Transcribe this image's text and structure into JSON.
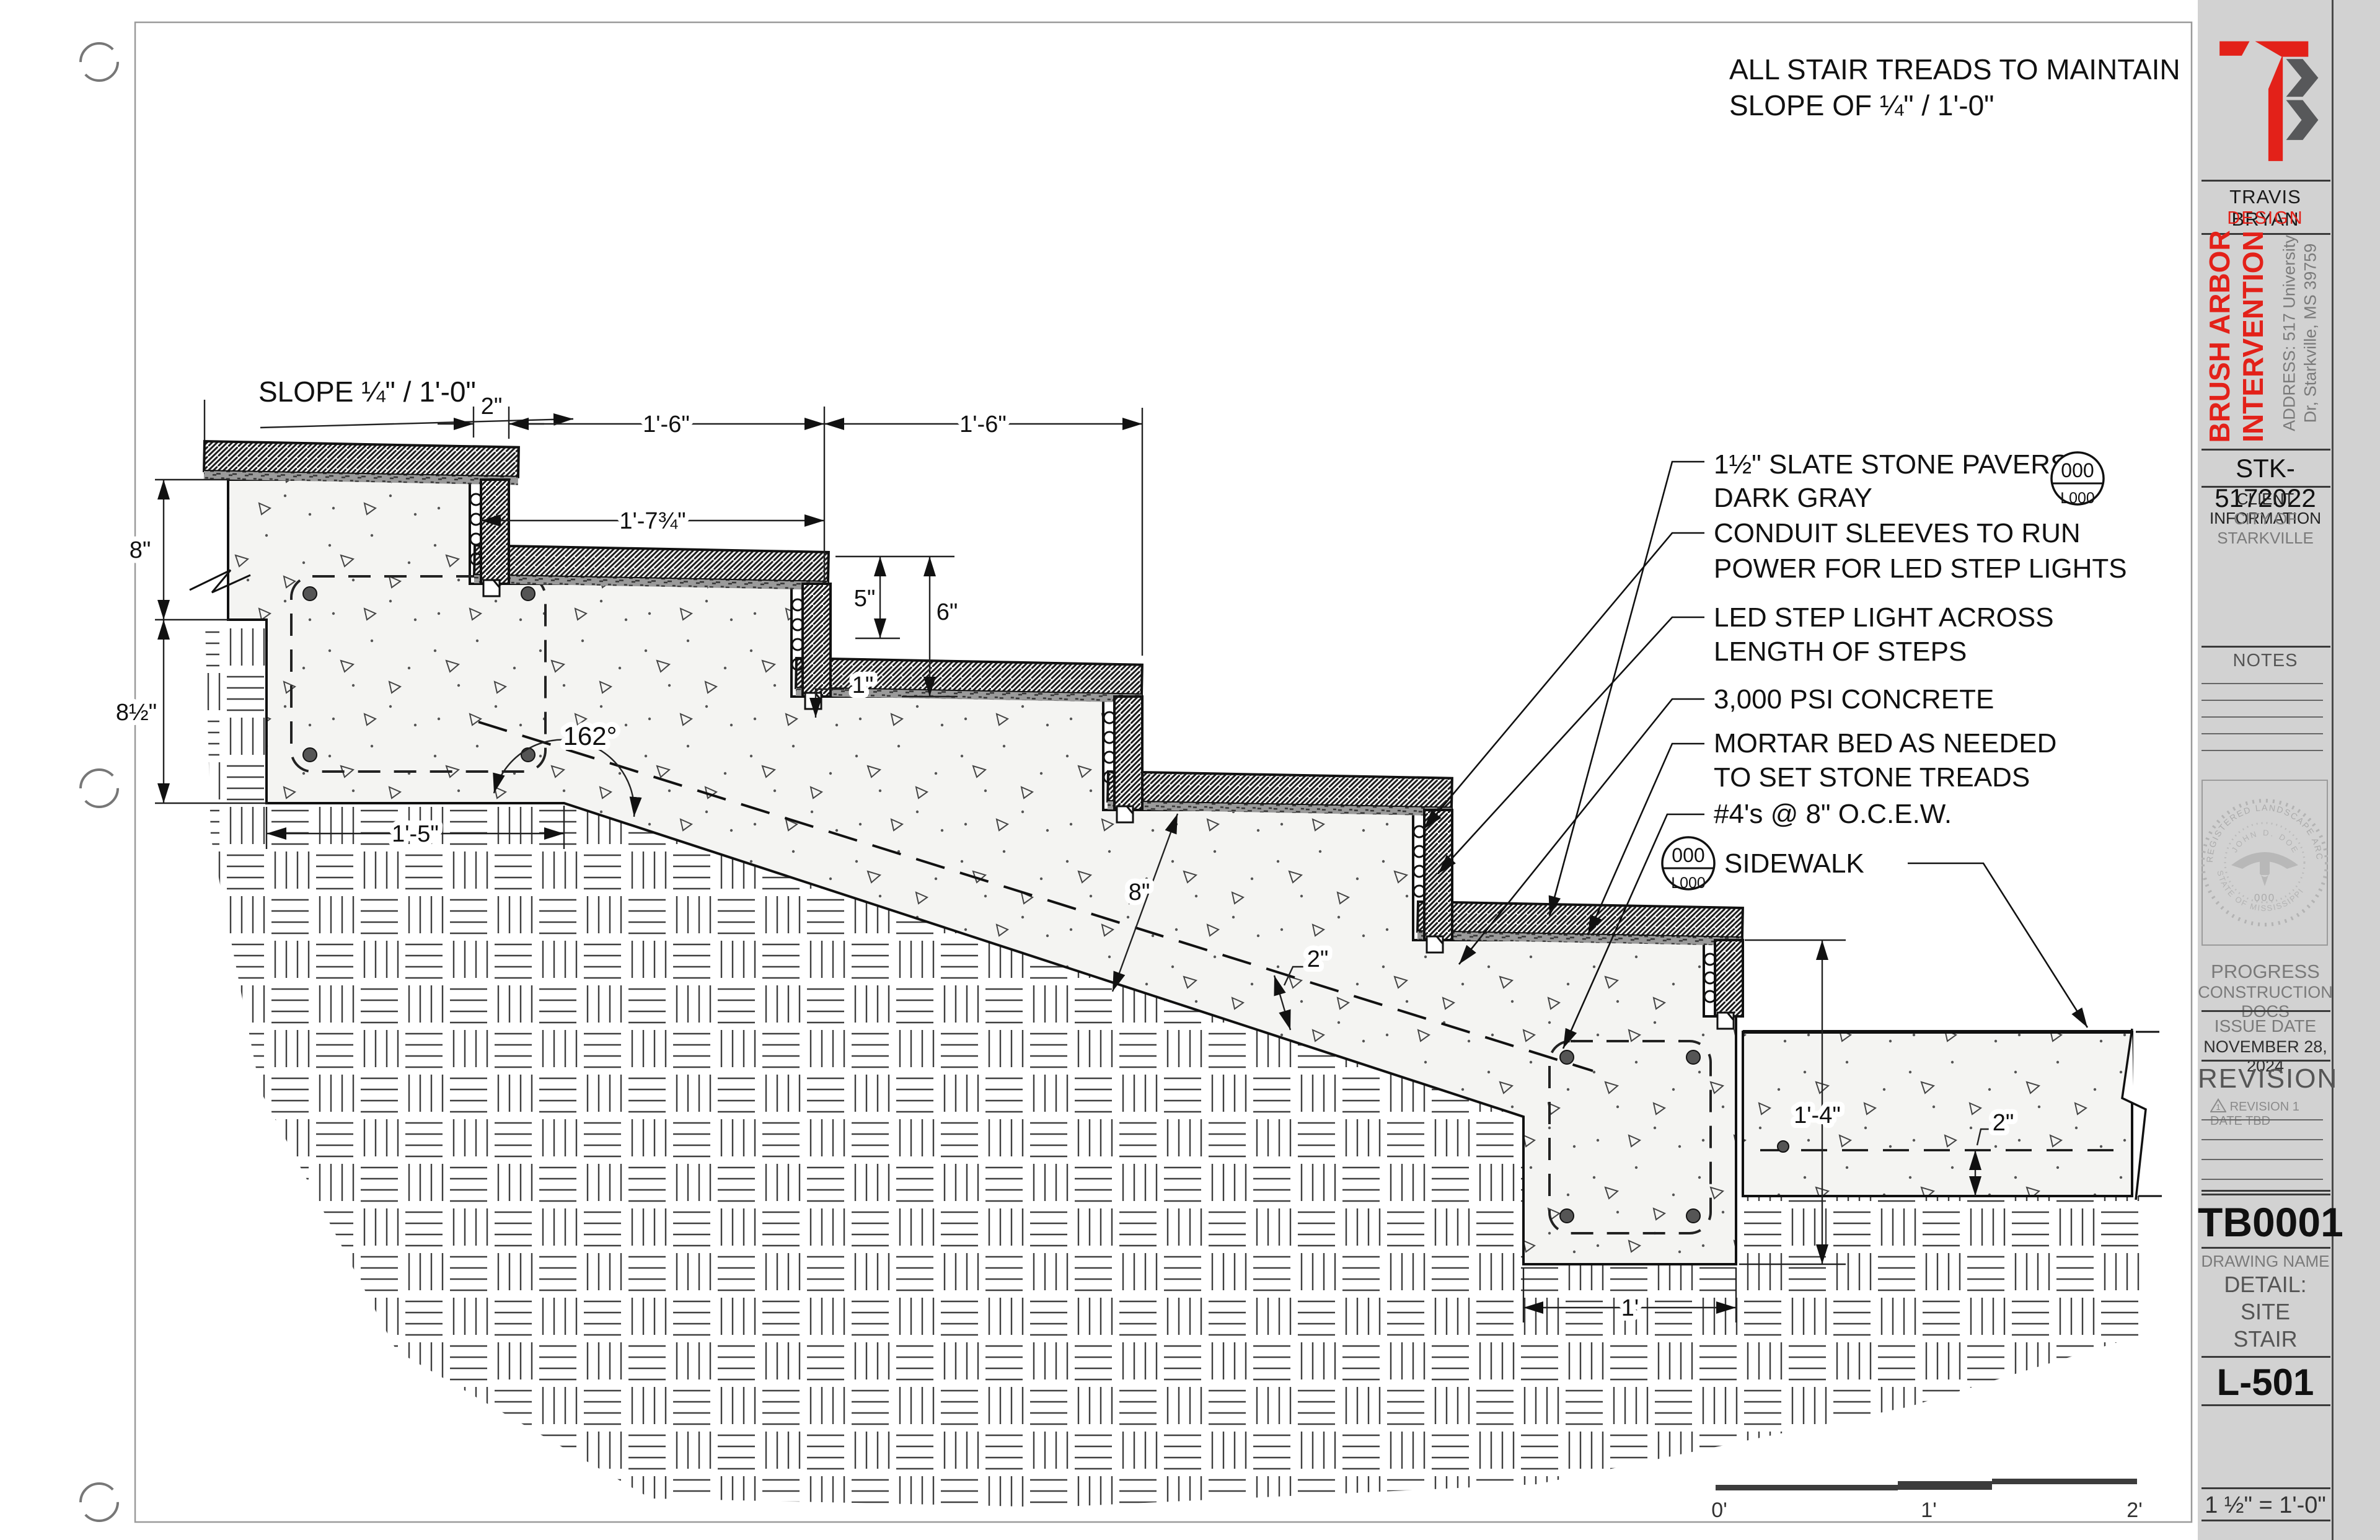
{
  "sheet": {
    "note_top_1": "ALL STAIR TREADS TO MAINTAIN",
    "note_top_2": "SLOPE OF ¼\" / 1'-0\"",
    "slope_label": "SLOPE ¼\" / 1'-0\"",
    "angle_label": "162°"
  },
  "dims": {
    "nose_overhang": "2\"",
    "tread_a": "1'-6\"",
    "tread_b": "1'-6\"",
    "tread_diag": "1'-7¾\"",
    "riser_stone": "5\"",
    "riser_total": "6\"",
    "led_notch": "1\"",
    "wall_upper": "8\"",
    "wall_lower": "8½\"",
    "footing_left_width": "1'-5\"",
    "slab_thickness": "8\"",
    "rebar_cover": "2\"",
    "footing_right_depth": "1'-4\"",
    "sidewalk_cover": "2\"",
    "footing_right_width": "1'"
  },
  "scale_bar": {
    "t0": "0'",
    "t1": "1'",
    "t2": "2'"
  },
  "annotations": {
    "pavers_1": "1½\" SLATE STONE PAVERS,",
    "pavers_2": "DARK GRAY",
    "conduit_1": "CONDUIT SLEEVES TO RUN",
    "conduit_2": "POWER FOR LED STEP LIGHTS",
    "led_1": "LED STEP LIGHT ACROSS",
    "led_2": "LENGTH OF STEPS",
    "concrete": "3,000 PSI CONCRETE",
    "mortar_1": "MORTAR BED AS NEEDED",
    "mortar_2": "TO SET STONE TREADS",
    "rebar": "#4's @ 8\" O.C.E.W.",
    "sidewalk": "SIDEWALK",
    "ref_top": "000",
    "ref_bottom": "L000"
  },
  "titleblock": {
    "firm_name": "TRAVIS BRYAN",
    "firm_sub": "DESIGN",
    "project_line1": "BRUSH ARBOR",
    "project_line2": "INTERVENTION",
    "address_line1": "ADDRESS: 517 University",
    "address_line2": "Dr, Starkville, MS 39759",
    "project_no": "STK-5172022",
    "client_label": "CLIENT INFORMATION",
    "client_name": "CITY OF STARKVILLE",
    "notes_label": "NOTES",
    "seal_arc_top": "REGISTERED LANDSCAPE ARCHITECT",
    "seal_name": "JOHN D. DOE",
    "seal_number": "000",
    "seal_arc_bottom": "STATE OF MISSISSIPPI",
    "phase_line1": "PROGRESS",
    "phase_line2": "CONSTRUCTION DOCS",
    "issue_label": "ISSUE DATE",
    "issue_date": "NOVEMBER 28, 2024",
    "revision_label": "REVISION",
    "revision_1_no": "1",
    "revision_1": "REVISION 1 DATE TBD",
    "sheet_no": "TB0001",
    "drawing_name_label": "DRAWING NAME",
    "drawing_name_1": "DETAIL:",
    "drawing_name_2": "SITE",
    "drawing_name_3": "STAIR",
    "sheet_code": "L-501",
    "scale": "1 ½\" = 1'-0\""
  }
}
